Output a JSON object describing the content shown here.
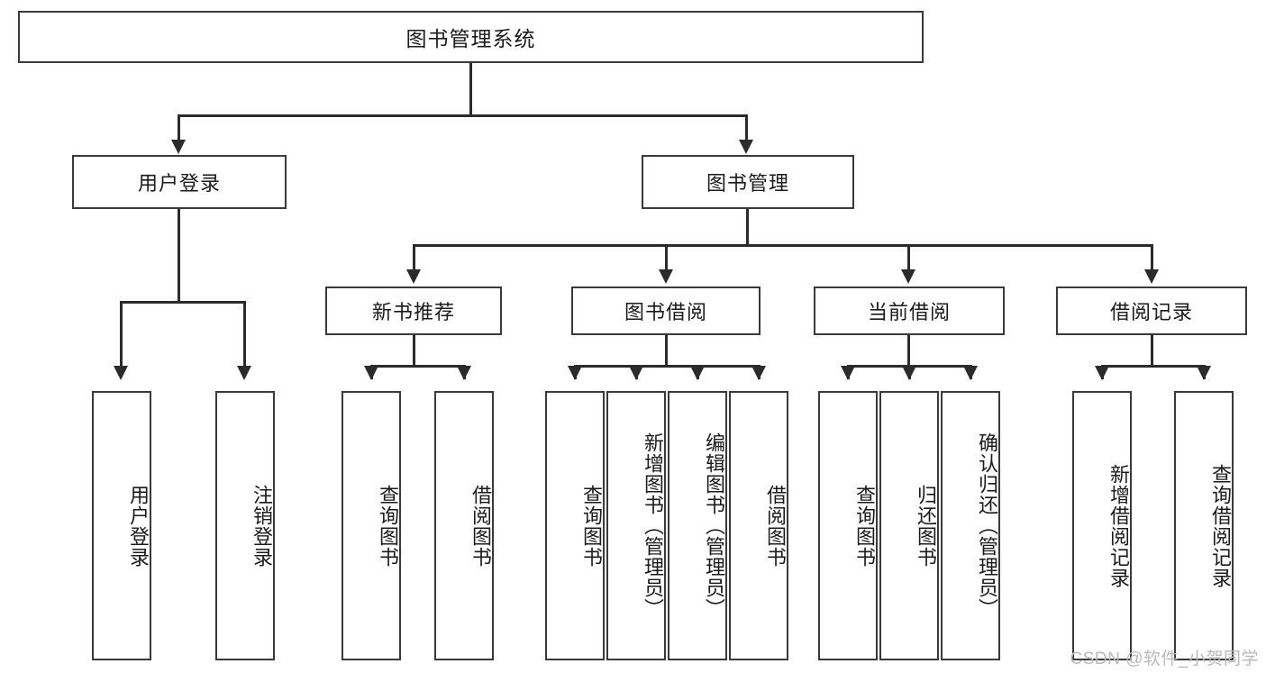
{
  "diagram": {
    "title": "图书管理系统",
    "type": "hierarchy-tree",
    "root": {
      "label": "图书管理系统"
    },
    "level2": [
      {
        "label": "用户登录"
      },
      {
        "label": "图书管理"
      }
    ],
    "level3": [
      {
        "label": "新书推荐"
      },
      {
        "label": "图书借阅"
      },
      {
        "label": "当前借阅"
      },
      {
        "label": "借阅记录"
      }
    ],
    "leaves": {
      "user_login": [
        {
          "label": "用户登录"
        },
        {
          "label": "注销登录"
        }
      ],
      "new_book_recommend": [
        {
          "label": "查询图书"
        },
        {
          "label": "借阅图书"
        }
      ],
      "book_borrow": [
        {
          "label": "查询图书"
        },
        {
          "label": "新增图书（管理员）"
        },
        {
          "label": "编辑图书（管理员）"
        },
        {
          "label": "借阅图书"
        }
      ],
      "current_borrow": [
        {
          "label": "查询图书"
        },
        {
          "label": "归还图书"
        },
        {
          "label": "确认归还（管理员）"
        }
      ],
      "borrow_record": [
        {
          "label": "新增借阅记录"
        },
        {
          "label": "查询借阅记录"
        }
      ]
    }
  },
  "watermark": {
    "text": "CSDN @软件_小贺同学"
  },
  "colors": {
    "box_border": "#3a3a3a",
    "line": "#2b2b2b",
    "background": "#ffffff",
    "text": "#1b1b1b",
    "watermark": "#b9b9b9"
  }
}
